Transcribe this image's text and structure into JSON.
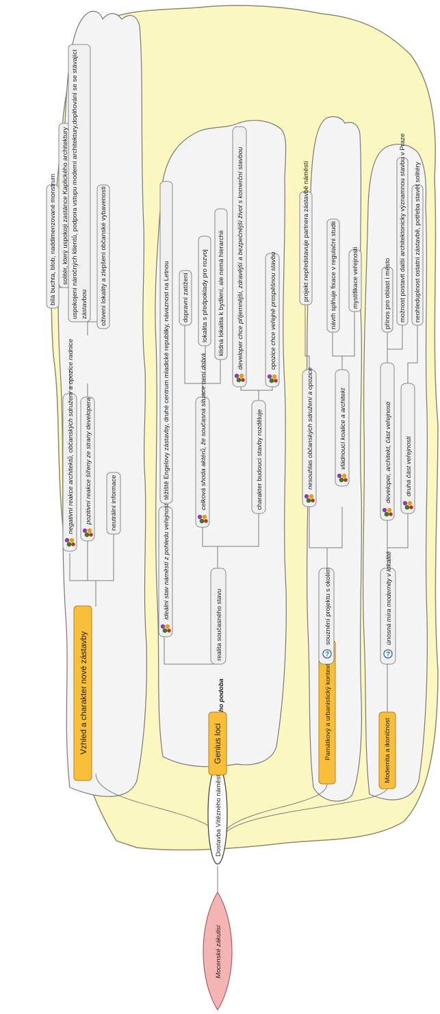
{
  "root": {
    "label": "Dostavba Vítězného náměstí"
  },
  "left_topic": {
    "label": "Mocenské zákulisí"
  },
  "main_branch": {
    "label": "Vzhled a jeho podoba"
  },
  "colors": {
    "cloud_fill": "#fbf7c0",
    "cloud_stroke": "#8a8a70",
    "orange": "#f9bf3b",
    "bubble_fill": "#f0f0f0",
    "pink": "#f4b4b4",
    "line": "#7a7a7a"
  },
  "topics": {
    "t1": {
      "label": "Vzhled a charakter nové zástavby",
      "c1": {
        "label": "negativní reakce architektů, občanských sdružení a opozice radnice",
        "l1": "bílá buchta, blob, naddimenzované monstrum",
        "l2": "solitér, který uspokojí zastánce Kaplického architektury"
      },
      "c2": {
        "label": "pozitivní reakce šířeny ze strany developera",
        "l1a": "uspokojení náročných klientů, podpora vstupu moderní architektury,doplňování se se stávající",
        "l1b": "zástavbou",
        "l2": "oživení lokality a zlepšení občanské vybavenosti"
      },
      "c3": {
        "label": "neutrální informace"
      }
    },
    "t2": {
      "label": "Genius loci",
      "c1": {
        "label": "ideální stav náměstí z pohledu veřejnosti",
        "l1": "těžiště Engelovy zástavby, druhé centrum mladické republiky, návaznost na Letnou"
      },
      "c2": {
        "label": "realita současného stavu",
        "s1": {
          "label": "celková shoda aktérů, že současná situace není dobrá",
          "l1": "dopravní zatížení",
          "l2": "lokalita s předpoklady pro rozvoj",
          "l3": "klidná lokalita k bydlení, ale nemá hierarchii"
        },
        "s2": {
          "label": "charakter budoucí stavby rozděluje",
          "l1": "developer chce příjemnější, zdravější a bezpečnější život s komerční stavbou",
          "l2": "opozice chce veřejně prospěšnou stavbu"
        }
      }
    },
    "t3": {
      "label": "Památkový a urbanistický kontext",
      "c1": {
        "label": "souznění projektu s okolím",
        "s1": {
          "label": "nesouhlas občanských sdružení a opozice",
          "l1": "projekt nepředstavuje partnera zástavbě náměstí"
        },
        "s2": {
          "label": "vládnoucí koalice a architekt",
          "l1": "návrh splňuje fixace v regulační studii",
          "l2": "mystifikace veřejnosti"
        }
      }
    },
    "t4": {
      "label": "Modernita a ikoničnost",
      "c1": {
        "label": "únosná míra modernity v lokalitě",
        "s1": {
          "label": "developer, architekt, část veřejnosti",
          "l1": "přínos pro oblast i město",
          "l2": "možnost postavit další architektonicky významnou stavbu v Praze"
        },
        "s2": {
          "label": "druhá část veřejnosti",
          "l1": "neohleduplnost ostatní zástavbě, potřeba stavět solitéry"
        }
      }
    }
  }
}
